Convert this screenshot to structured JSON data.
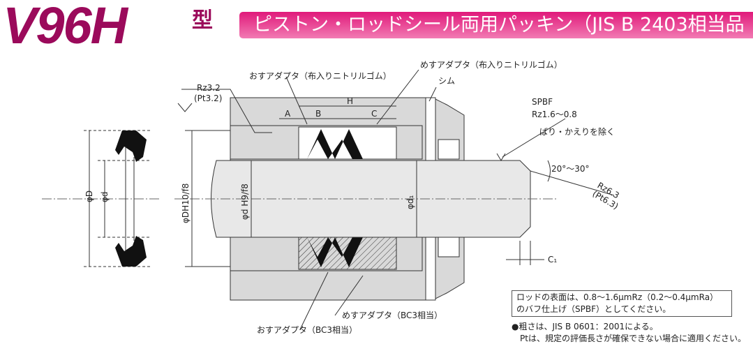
{
  "header": {
    "model": "V96H",
    "type_suffix": "型",
    "banner": "ピストン・ロッドシール両用パッキン（JIS B 2403相当品"
  },
  "colors": {
    "brand": "#9b0a5b",
    "banner": "#e0197a"
  },
  "labels": {
    "male_adapter_fabric": "おすアダプタ（布入りニトリルゴム）",
    "female_adapter_fabric": "めすアダプタ（布入りニトリルゴム）",
    "shim": "シム",
    "rz32": "Rz3.2",
    "pt32": "(Pt3.2)",
    "dim_a": "A",
    "dim_b": "B",
    "dim_h": "H",
    "dim_c": "C",
    "spbf": "SPBF",
    "rz16": "Rz1.6～0.8",
    "deburr": "ばり・かえりを除く",
    "angle": "20°～30°",
    "rz63": "Rz6.3",
    "pt63": "(Pt6.3)",
    "c1": "C₁",
    "phi_D": "φD",
    "phi_d": "φd",
    "phi_DH10": "φDH10/f8",
    "phi_dH9": "φd H9/f8",
    "phi_d1": "φd₁",
    "female_adapter_bc3": "めすアダプタ（BC3相当）",
    "male_adapter_bc3": "おすアダプタ（BC3相当）"
  },
  "notes": {
    "box_line1": "ロッドの表面は、0.8～1.6μmRz（0.2～0.4μmRa）",
    "box_line2": "のバフ仕上げ（SPBF）としてください。",
    "note1": "●粗さは、JIS B 0601：2001による。",
    "note2": "　Ptは、規定の評価長さが確保できない場合に適用ください。"
  }
}
